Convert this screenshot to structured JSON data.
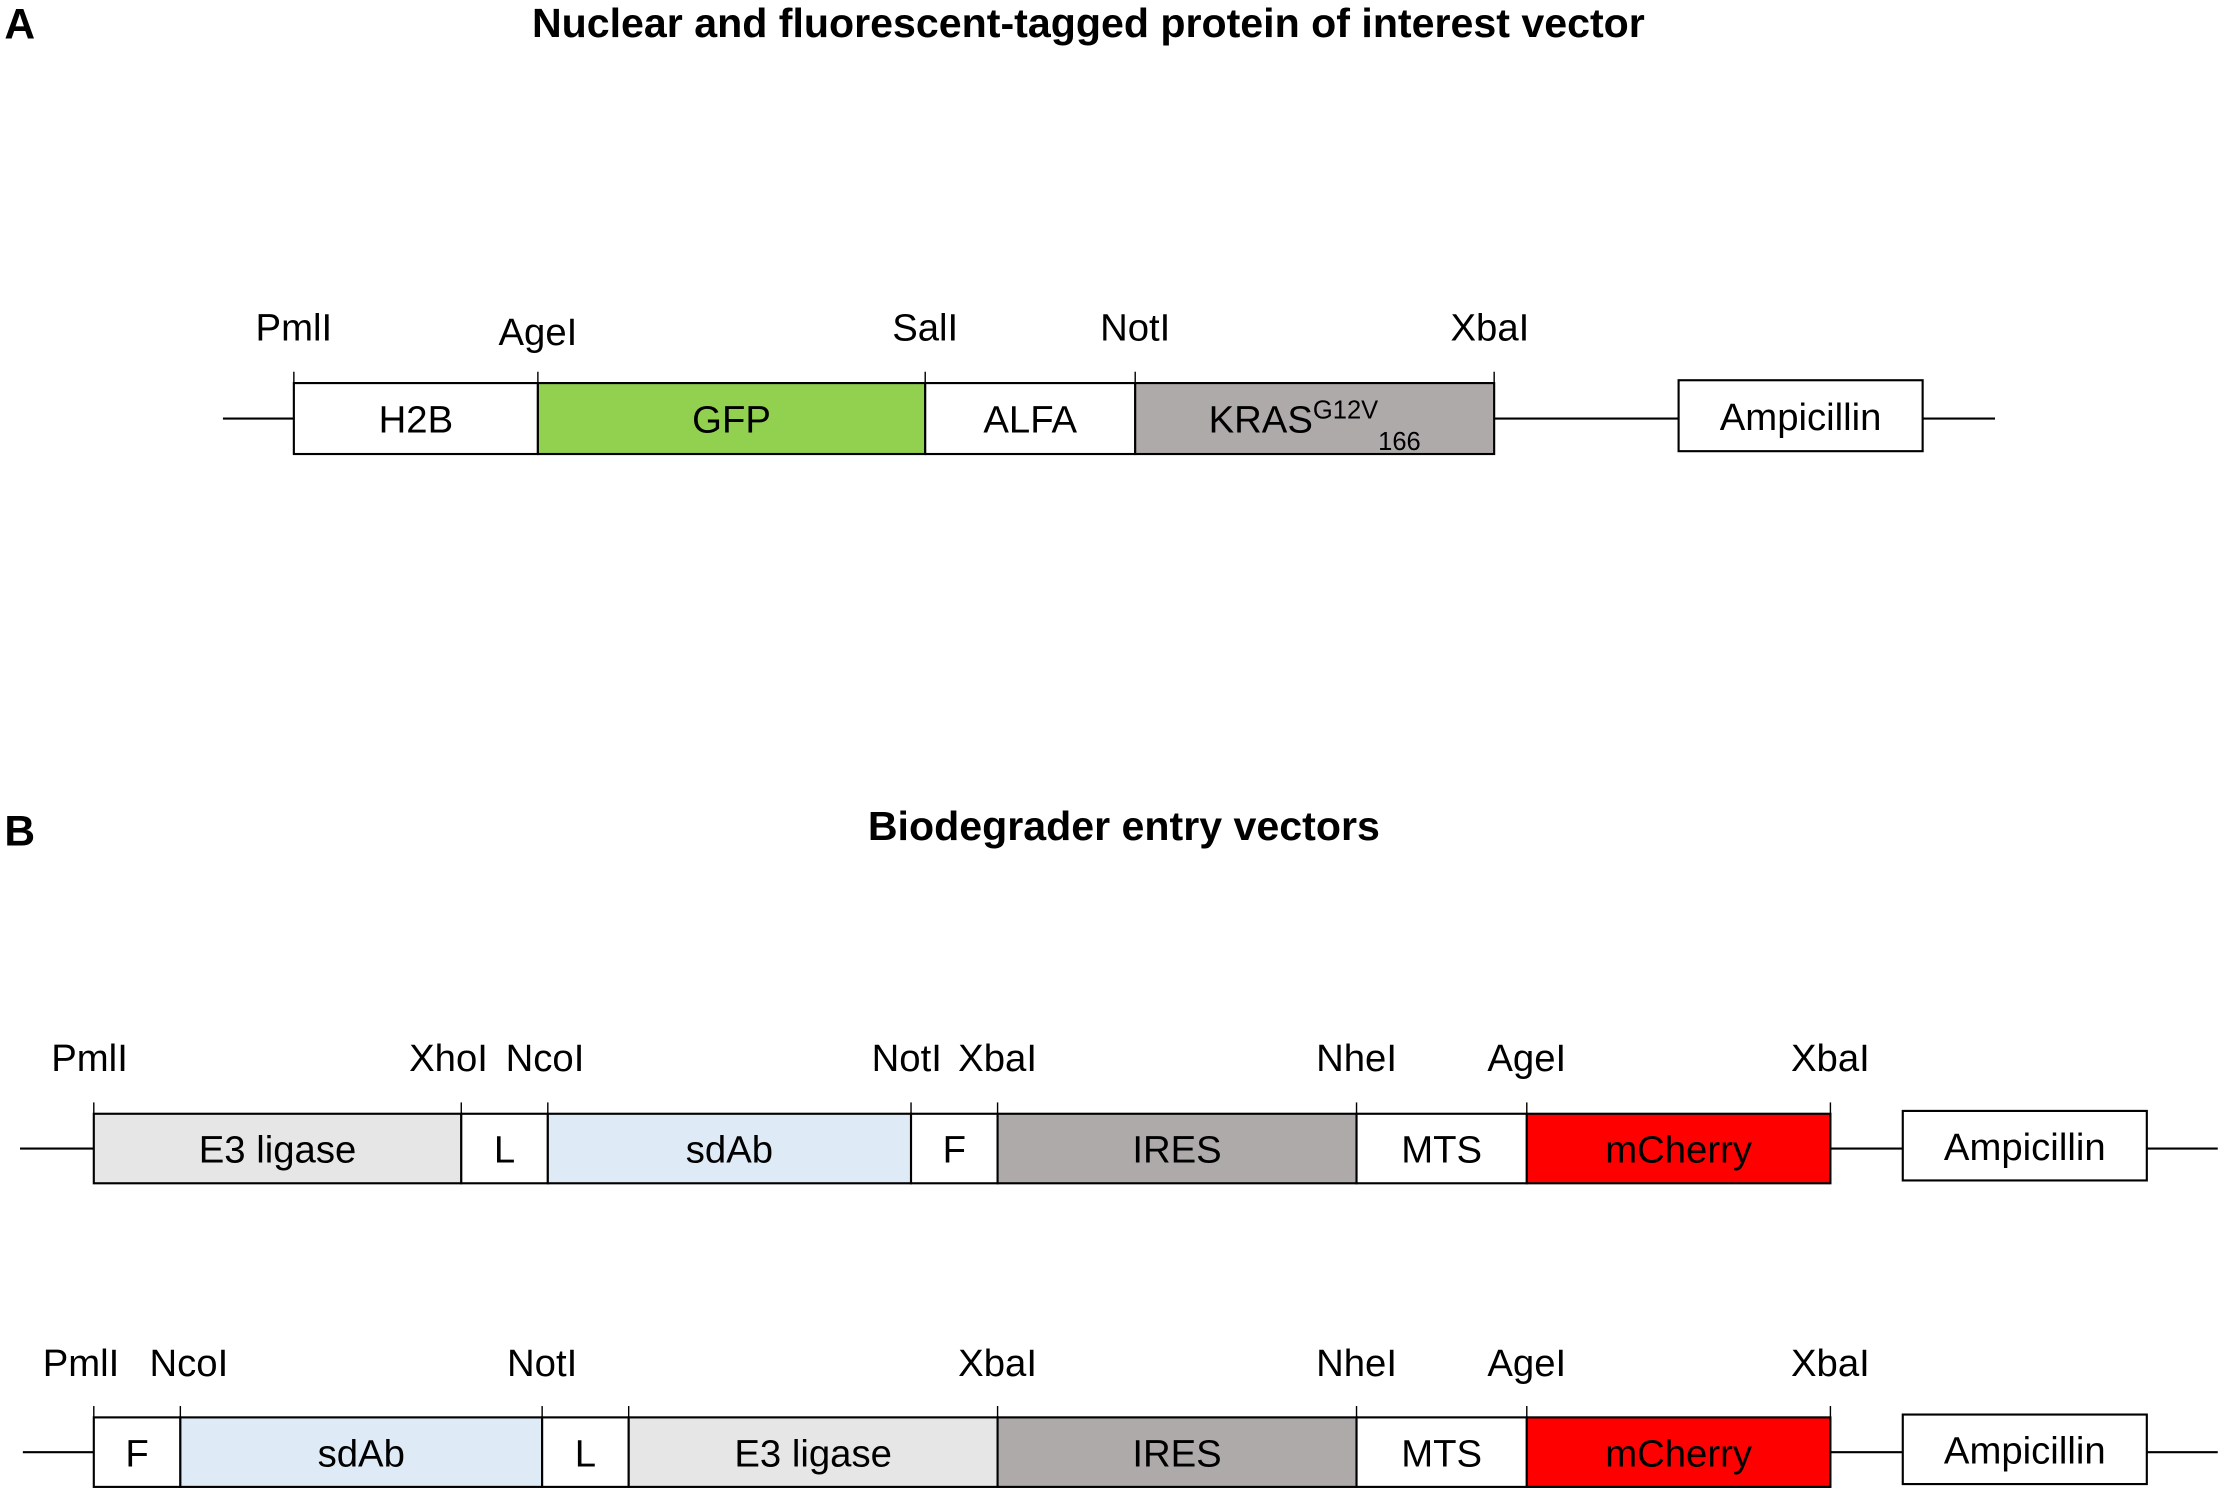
{
  "panel_a": {
    "label": "A",
    "title": "Nuclear and fluorescent-tagged protein of interest vector",
    "construct": {
      "sites": [
        "PmlI",
        "AgeI",
        "SalI",
        "NotI",
        "XbaI"
      ],
      "segments": [
        {
          "name": "H2B",
          "color": "#ffffff"
        },
        {
          "name": "GFP",
          "color": "#92d050"
        },
        {
          "name": "ALFA",
          "color": "#ffffff"
        },
        {
          "name": "KRAS",
          "sup": "G12V",
          "sub": "166",
          "color": "#aeaaaa"
        }
      ],
      "resistance": "Ampicillin"
    }
  },
  "panel_b": {
    "label": "B",
    "title": "Biodegrader entry vectors",
    "constructs": [
      {
        "sites": [
          "PmlI",
          "XhoI",
          "NcoI",
          "NotI",
          "XbaI",
          "NheI",
          "AgeI",
          "XbaI"
        ],
        "segments": [
          {
            "name": "E3 ligase",
            "color": "#e7e6e6"
          },
          {
            "name": "L",
            "color": "#ffffff"
          },
          {
            "name": "sdAb",
            "color": "#deebf7"
          },
          {
            "name": "F",
            "color": "#ffffff"
          },
          {
            "name": "IRES",
            "color": "#aeaaaa"
          },
          {
            "name": "MTS",
            "color": "#ffffff"
          },
          {
            "name": "mCherry",
            "color": "#ff0000"
          }
        ],
        "resistance": "Ampicillin"
      },
      {
        "sites": [
          "PmlI",
          "NcoI",
          "NotI",
          "XbaI",
          "NheI",
          "AgeI",
          "XbaI"
        ],
        "segments": [
          {
            "name": "F",
            "color": "#ffffff"
          },
          {
            "name": "sdAb",
            "color": "#deebf7"
          },
          {
            "name": "L",
            "color": "#ffffff"
          },
          {
            "name": "E3 ligase",
            "color": "#e7e6e6"
          },
          {
            "name": "IRES",
            "color": "#aeaaaa"
          },
          {
            "name": "MTS",
            "color": "#ffffff"
          },
          {
            "name": "mCherry",
            "color": "#ff0000"
          }
        ],
        "resistance": "Ampicillin"
      }
    ]
  }
}
